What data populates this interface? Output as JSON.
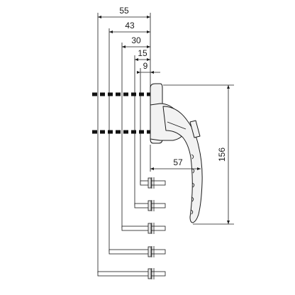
{
  "drawing": {
    "subject": "window handle with spindle variants",
    "horizontal_dimensions": [
      {
        "value": "55"
      },
      {
        "value": "43"
      },
      {
        "value": "30"
      },
      {
        "value": "15"
      },
      {
        "value": "9"
      }
    ],
    "reach_dimension": {
      "value": "57"
    },
    "height_dimension": {
      "value": "156"
    },
    "spindle_count": 5,
    "line_color": "#1a1a1a",
    "handle_fill": "#f2f2f2",
    "screw_color": "#111111"
  }
}
